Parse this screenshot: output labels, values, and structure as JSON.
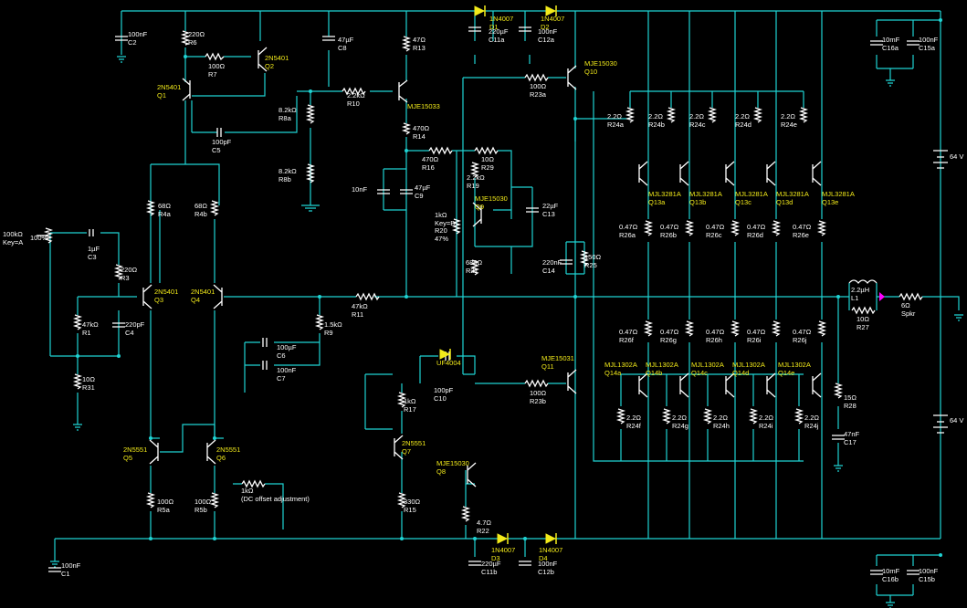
{
  "colors": {
    "background": "#000000",
    "wire": "#1fd3d3",
    "component": "#ffffff",
    "transistor_label": "#f2ea1a",
    "probe": "#ff00ff"
  },
  "labels": [
    {
      "id": "C2",
      "v": "100nF",
      "r": "C2"
    },
    {
      "id": "R6",
      "v": "220Ω",
      "r": "R6"
    },
    {
      "id": "Q2",
      "v": "2N5401",
      "r": "Q2",
      "t": true
    },
    {
      "id": "R7",
      "v": "100Ω",
      "r": "R7"
    },
    {
      "id": "Q1",
      "v": "2N5401",
      "r": "Q1",
      "t": true
    },
    {
      "id": "C8",
      "v": "47µF",
      "r": "C8"
    },
    {
      "id": "R13",
      "v": "47Ω",
      "r": "R13"
    },
    {
      "id": "D1",
      "v": "1N4007",
      "r": "D1",
      "t": true
    },
    {
      "id": "C11a",
      "v": "220µF",
      "r": "C11a"
    },
    {
      "id": "D2",
      "v": "1N4007",
      "r": "D2",
      "t": true
    },
    {
      "id": "C12a",
      "v": "100nF",
      "r": "C12a"
    },
    {
      "id": "Q10",
      "v": "MJE15030",
      "r": "Q10",
      "t": true
    },
    {
      "id": "R23a",
      "v": "100Ω",
      "r": "R23a"
    },
    {
      "id": "C16a",
      "v": "10mF",
      "r": "C16a"
    },
    {
      "id": "C15a",
      "v": "100nF",
      "r": "C15a"
    },
    {
      "id": "R10",
      "v": "2.2kΩ",
      "r": "R10"
    },
    {
      "id": "R8a",
      "v": "8.2kΩ",
      "r": "R8a"
    },
    {
      "id": "Q9",
      "v": "MJE15033",
      "r": "",
      "t": true
    },
    {
      "id": "R14",
      "v": "470Ω",
      "r": "R14"
    },
    {
      "id": "C5",
      "v": "100pF",
      "r": "C5"
    },
    {
      "id": "R16",
      "v": "470Ω",
      "r": "R16"
    },
    {
      "id": "R29",
      "v": "10Ω",
      "r": "R29"
    },
    {
      "id": "R19",
      "v": "2.2kΩ",
      "r": "R19"
    },
    {
      "id": "R8b",
      "v": "8.2kΩ",
      "r": "R8b"
    },
    {
      "id": "C9",
      "v": "47µF",
      "r": "C9"
    },
    {
      "id": "C9b",
      "v": "10nF",
      "r": ""
    },
    {
      "id": "Q8b",
      "v": "MJE15030",
      "r": "Q9",
      "t": true
    },
    {
      "id": "C13",
      "v": "22µF",
      "r": "C13"
    },
    {
      "id": "R20",
      "v": "1kΩ",
      "r": "Key=B"
    },
    {
      "id": "R20b",
      "v": "R20",
      "r": "47%"
    },
    {
      "id": "R21",
      "v": "680Ω",
      "r": "R21"
    },
    {
      "id": "C14",
      "v": "220nF",
      "r": "C14"
    },
    {
      "id": "R25",
      "v": "150Ω",
      "r": "R25"
    },
    {
      "id": "R4a",
      "v": "68Ω",
      "r": "R4a"
    },
    {
      "id": "R4b",
      "v": "68Ω",
      "r": "R4b"
    },
    {
      "id": "POT",
      "v": "100kΩ",
      "r": "Key=A"
    },
    {
      "id": "POTP",
      "v": "100%",
      "r": ""
    },
    {
      "id": "C3",
      "v": "1µF",
      "r": "C3"
    },
    {
      "id": "R3",
      "v": "220Ω",
      "r": "R3"
    },
    {
      "id": "Q3",
      "v": "2N5401",
      "r": "Q3",
      "t": true
    },
    {
      "id": "Q4",
      "v": "2N5401",
      "r": "Q4",
      "t": true
    },
    {
      "id": "R11",
      "v": "47kΩ",
      "r": "R11"
    },
    {
      "id": "R1",
      "v": "47kΩ",
      "r": "R1"
    },
    {
      "id": "C4",
      "v": "220pF",
      "r": "C4"
    },
    {
      "id": "R9",
      "v": "1.5kΩ",
      "r": "R9"
    },
    {
      "id": "C6",
      "v": "100µF",
      "r": "C6"
    },
    {
      "id": "C7",
      "v": "100nF",
      "r": "C7"
    },
    {
      "id": "R31",
      "v": "10Ω",
      "r": "R31"
    },
    {
      "id": "D5",
      "v": "UF4004",
      "r": "",
      "t": true
    },
    {
      "id": "C10",
      "v": "100pF",
      "r": "C10"
    },
    {
      "id": "Q11",
      "v": "MJE15031",
      "r": "Q11",
      "t": true
    },
    {
      "id": "R23b",
      "v": "100Ω",
      "r": "R23b"
    },
    {
      "id": "R17",
      "v": "1kΩ",
      "r": "R17"
    },
    {
      "id": "Q7",
      "v": "2N5551",
      "r": "Q7",
      "t": true
    },
    {
      "id": "Q8",
      "v": "MJE15030",
      "r": "Q8",
      "t": true
    },
    {
      "id": "R15",
      "v": "330Ω",
      "r": "R15"
    },
    {
      "id": "R22",
      "v": "4.7Ω",
      "r": "R22"
    },
    {
      "id": "Q5",
      "v": "2N5551",
      "r": "Q5",
      "t": true
    },
    {
      "id": "Q6",
      "v": "2N5551",
      "r": "Q6",
      "t": true
    },
    {
      "id": "R5a",
      "v": "100Ω",
      "r": "R5a"
    },
    {
      "id": "R5b",
      "v": "100Ω",
      "r": "R5b"
    },
    {
      "id": "ROFF",
      "v": "1kΩ",
      "r": "(DC offset adjustment)"
    },
    {
      "id": "C1",
      "v": "100nF",
      "r": "C1"
    },
    {
      "id": "D3",
      "v": "1N4007",
      "r": "D3",
      "t": true
    },
    {
      "id": "C11b",
      "v": "220µF",
      "r": "C11b"
    },
    {
      "id": "D4",
      "v": "1N4007",
      "r": "D4",
      "t": true
    },
    {
      "id": "C12b",
      "v": "100nF",
      "r": "C12b"
    },
    {
      "id": "C16b",
      "v": "10mF",
      "r": "C16b"
    },
    {
      "id": "C15b",
      "v": "100nF",
      "r": "C15b"
    },
    {
      "id": "L1",
      "v": "2.2µH",
      "r": "L1"
    },
    {
      "id": "R27",
      "v": "10Ω",
      "r": "R27"
    },
    {
      "id": "SPKR",
      "v": "6Ω",
      "r": "Spkr"
    },
    {
      "id": "R28",
      "v": "15Ω",
      "r": "R28"
    },
    {
      "id": "C17",
      "v": "47nF",
      "r": "C17"
    },
    {
      "id": "V1",
      "v": "64 V",
      "r": ""
    },
    {
      "id": "V2",
      "v": "64 V",
      "r": ""
    }
  ],
  "output_stage": {
    "r24": [
      {
        "v": "2.2Ω",
        "r": "R24a"
      },
      {
        "v": "2.2Ω",
        "r": "R24b"
      },
      {
        "v": "2.2Ω",
        "r": "R24c"
      },
      {
        "v": "2.2Ω",
        "r": "R24d"
      },
      {
        "v": "2.2Ω",
        "r": "R24e"
      }
    ],
    "q13": [
      {
        "v": "MJL3281A",
        "r": "Q13a"
      },
      {
        "v": "MJL3281A",
        "r": "Q13b"
      },
      {
        "v": "MJL3281A",
        "r": "Q13c"
      },
      {
        "v": "MJL3281A",
        "r": "Q13d"
      },
      {
        "v": "MJL3281A",
        "r": "Q13e"
      }
    ],
    "r26a": [
      {
        "v": "0.47Ω",
        "r": "R26a"
      },
      {
        "v": "0.47Ω",
        "r": "R26b"
      },
      {
        "v": "0.47Ω",
        "r": "R26c"
      },
      {
        "v": "0.47Ω",
        "r": "R26d"
      },
      {
        "v": "0.47Ω",
        "r": "R26e"
      }
    ],
    "r26b": [
      {
        "v": "0.47Ω",
        "r": "R26f"
      },
      {
        "v": "0.47Ω",
        "r": "R26g"
      },
      {
        "v": "0.47Ω",
        "r": "R26h"
      },
      {
        "v": "0.47Ω",
        "r": "R26i"
      },
      {
        "v": "0.47Ω",
        "r": "R26j"
      }
    ],
    "q14": [
      {
        "v": "MJL1302A",
        "r": "Q14a"
      },
      {
        "v": "MJL1302A",
        "r": "Q14b"
      },
      {
        "v": "MJL1302A",
        "r": "Q14c"
      },
      {
        "v": "MJL1302A",
        "r": "Q14d"
      },
      {
        "v": "MJL1302A",
        "r": "Q14e"
      }
    ],
    "r24b": [
      {
        "v": "2.2Ω",
        "r": "R24f"
      },
      {
        "v": "2.2Ω",
        "r": "R24g"
      },
      {
        "v": "2.2Ω",
        "r": "R24h"
      },
      {
        "v": "2.2Ω",
        "r": "R24i"
      },
      {
        "v": "2.2Ω",
        "r": "R24j"
      }
    ]
  }
}
